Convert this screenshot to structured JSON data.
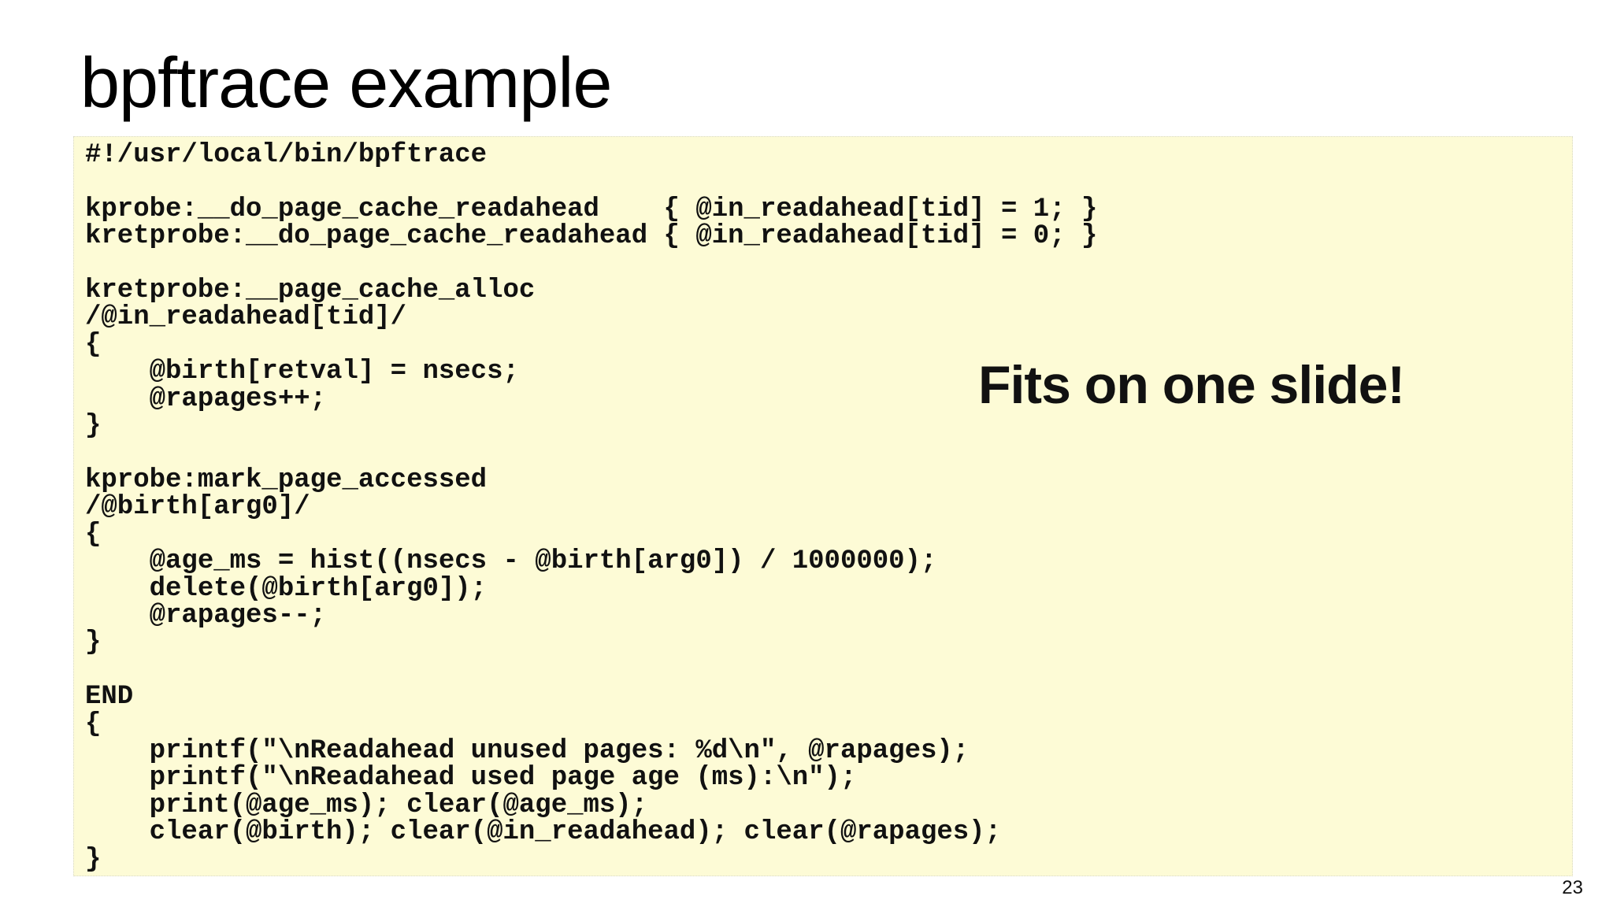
{
  "slide": {
    "title": "bpftrace example",
    "callout": "Fits on one slide!",
    "page_number": "23"
  },
  "code": {
    "text": "#!/usr/local/bin/bpftrace\n\nkprobe:__do_page_cache_readahead    { @in_readahead[tid] = 1; }\nkretprobe:__do_page_cache_readahead { @in_readahead[tid] = 0; }\n\nkretprobe:__page_cache_alloc\n/@in_readahead[tid]/\n{\n    @birth[retval] = nsecs;\n    @rapages++;\n}\n\nkprobe:mark_page_accessed\n/@birth[arg0]/\n{\n    @age_ms = hist((nsecs - @birth[arg0]) / 1000000);\n    delete(@birth[arg0]);\n    @rapages--;\n}\n\nEND\n{\n    printf(\"\\nReadahead unused pages: %d\\n\", @rapages);\n    printf(\"\\nReadahead used page age (ms):\\n\");\n    print(@age_ms); clear(@age_ms);\n    clear(@birth); clear(@in_readahead); clear(@rapages);\n}"
  },
  "colors": {
    "code_background": "#fdfbd6",
    "text": "#111111"
  }
}
